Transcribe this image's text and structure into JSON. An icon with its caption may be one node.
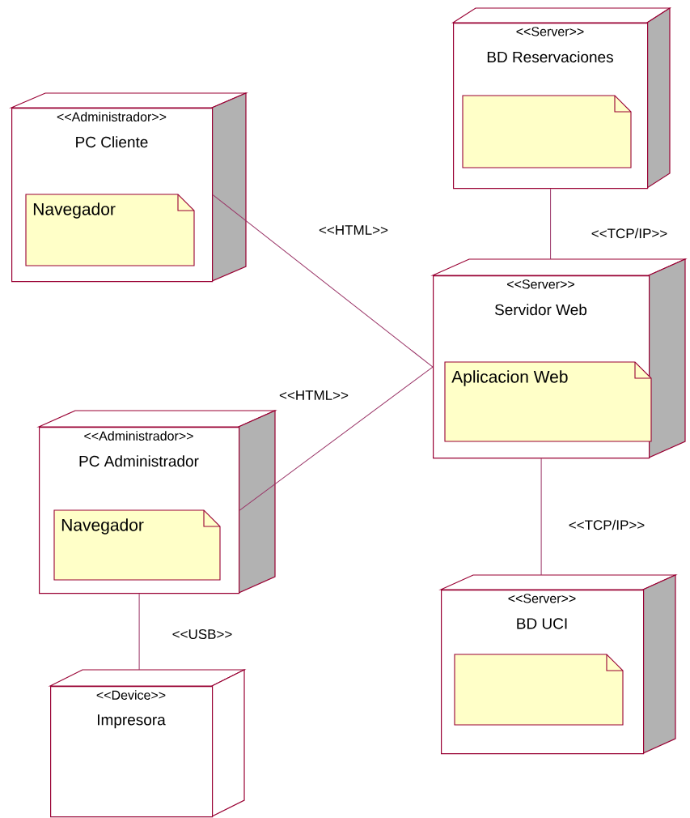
{
  "diagram": {
    "nodes": [
      {
        "text": [
          "<<Server>>",
          "BD Reservaciones"
        ]
      },
      {
        "text": [],
        "shape": "note",
        "in": 0
      },
      {
        "text": [
          "<<Administrador>>",
          "PC Cliente"
        ]
      },
      {
        "text": [
          "Navegador"
        ],
        "in": 2
      },
      {
        "text": [
          "<<Server>>",
          "Servidor Web"
        ]
      },
      {
        "text": [
          "Aplicacion Web"
        ],
        "in": 4
      },
      {
        "text": [
          "<<Administrador>>",
          "PC Administrador"
        ]
      },
      {
        "text": [
          "Navegador"
        ],
        "in": 6
      },
      {
        "text": [
          "<<Server>>",
          "BD UCI"
        ]
      },
      {
        "text": [],
        "shape": "note",
        "in": 8
      },
      {
        "text": [
          "<<Device>>",
          "Impresora"
        ]
      }
    ],
    "edges": [
      {
        "from": 2,
        "to": 4,
        "arrow": "none",
        "label": "<<HTML>>"
      },
      {
        "from": 6,
        "to": 4,
        "arrow": "none",
        "label": "<<HTML>>"
      },
      {
        "from": 0,
        "to": 4,
        "arrow": "none",
        "label": "<<TCP/IP>>"
      },
      {
        "from": 4,
        "to": 8,
        "arrow": "none",
        "label": "<<TCP/IP>>"
      },
      {
        "from": 6,
        "to": 10,
        "arrow": "none",
        "label": "<<USB>>"
      }
    ]
  }
}
